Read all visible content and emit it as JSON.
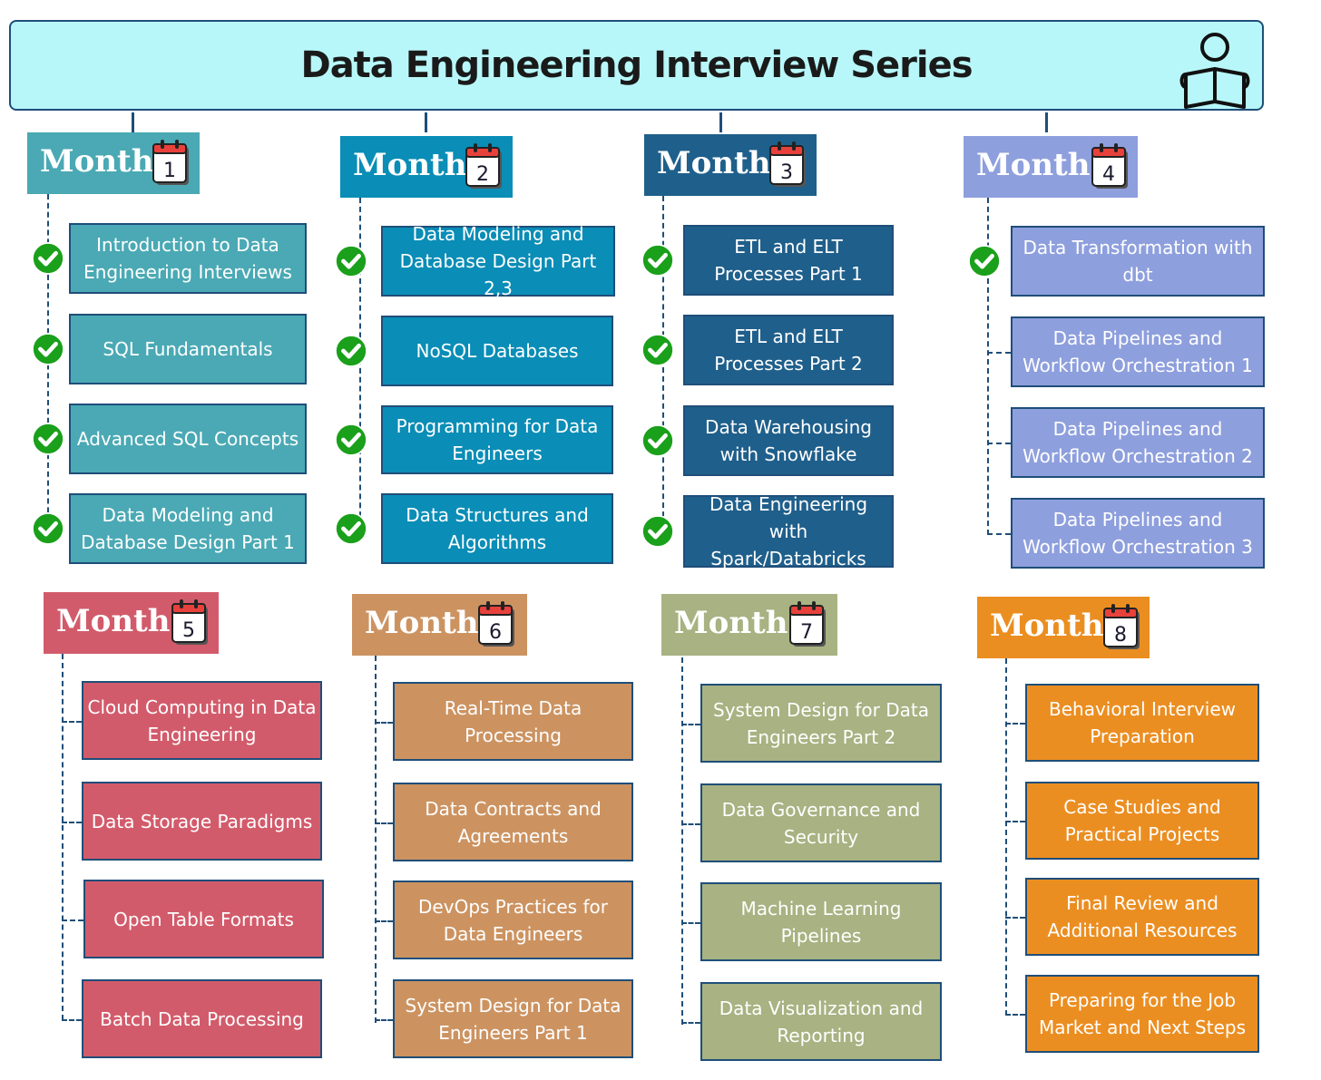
{
  "title": "Data Engineering Interview Series",
  "icons": {
    "title": "reader-book-icon",
    "calendar": "calendar-icon",
    "done": "check-circle-icon"
  },
  "colors": {
    "title_bg": "#b8f7f9",
    "border": "#1f4e79",
    "check": "#1aa01a",
    "months": [
      "#4aa9b4",
      "#0a8db6",
      "#1f5f8b",
      "#8e9fdd",
      "#d25b6b",
      "#cc9361",
      "#a8b282",
      "#eb8e21"
    ]
  },
  "months": [
    {
      "label": "Month",
      "number": "1",
      "topics": [
        {
          "text": "Introduction to Data Engineering Interviews",
          "done": true
        },
        {
          "text": "SQL Fundamentals",
          "done": true
        },
        {
          "text": "Advanced SQL Concepts",
          "done": true
        },
        {
          "text": "Data Modeling and Database Design Part 1",
          "done": true
        }
      ]
    },
    {
      "label": "Month",
      "number": "2",
      "topics": [
        {
          "text": "Data Modeling and Database Design Part 2,3",
          "done": true
        },
        {
          "text": "NoSQL Databases",
          "done": true
        },
        {
          "text": "Programming for Data Engineers",
          "done": true
        },
        {
          "text": "Data Structures and Algorithms",
          "done": true
        }
      ]
    },
    {
      "label": "Month",
      "number": "3",
      "topics": [
        {
          "text": "ETL and ELT Processes Part 1",
          "done": true
        },
        {
          "text": "ETL and ELT Processes Part 2",
          "done": true
        },
        {
          "text": "Data Warehousing with Snowflake",
          "done": true
        },
        {
          "text": "Data Engineering with Spark/Databricks",
          "done": true
        }
      ]
    },
    {
      "label": "Month",
      "number": "4",
      "topics": [
        {
          "text": "Data Transformation with dbt",
          "done": true
        },
        {
          "text": "Data Pipelines and Workflow Orchestration 1",
          "done": false
        },
        {
          "text": "Data Pipelines and Workflow Orchestration 2",
          "done": false
        },
        {
          "text": "Data Pipelines and Workflow Orchestration 3",
          "done": false
        }
      ]
    },
    {
      "label": "Month",
      "number": "5",
      "topics": [
        {
          "text": "Cloud Computing in Data Engineering",
          "done": false
        },
        {
          "text": "Data Storage Paradigms",
          "done": false
        },
        {
          "text": "Open Table Formats",
          "done": false
        },
        {
          "text": "Batch Data Processing",
          "done": false
        }
      ]
    },
    {
      "label": "Month",
      "number": "6",
      "topics": [
        {
          "text": "Real-Time Data Processing",
          "done": false
        },
        {
          "text": "Data Contracts and Agreements",
          "done": false
        },
        {
          "text": "DevOps Practices for Data Engineers",
          "done": false
        },
        {
          "text": "System Design for Data Engineers Part 1",
          "done": false
        }
      ]
    },
    {
      "label": "Month",
      "number": "7",
      "topics": [
        {
          "text": "System Design for Data Engineers Part 2",
          "done": false
        },
        {
          "text": "Data Governance and Security",
          "done": false
        },
        {
          "text": "Machine Learning Pipelines",
          "done": false
        },
        {
          "text": "Data Visualization and Reporting",
          "done": false
        }
      ]
    },
    {
      "label": "Month",
      "number": "8",
      "topics": [
        {
          "text": "Behavioral Interview Preparation",
          "done": false
        },
        {
          "text": "Case Studies and Practical Projects",
          "done": false
        },
        {
          "text": "Final Review and Additional Resources",
          "done": false
        },
        {
          "text": "Preparing for the Job Market and Next Steps",
          "done": false
        }
      ]
    }
  ]
}
